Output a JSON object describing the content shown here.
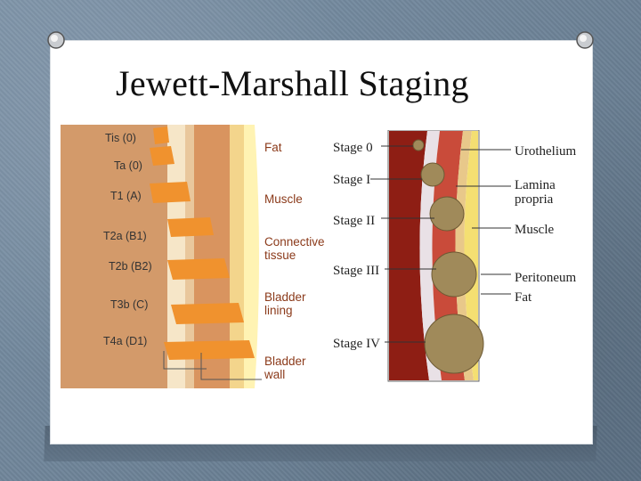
{
  "title": "Jewett-Marshall Staging",
  "left_diagram": {
    "stages": [
      "Tis (0)",
      "Ta (0)",
      "T1 (A)",
      "T2a (B1)",
      "T2b (B2)",
      "T3b (C)",
      "T4a (D1)"
    ],
    "layers": [
      "Fat",
      "Muscle",
      "Connective\ntissue",
      "Bladder\nlining",
      "Bladder\nwall"
    ]
  },
  "right_diagram": {
    "stages": [
      "Stage 0",
      "Stage I",
      "Stage II",
      "Stage III",
      "Stage IV"
    ],
    "layers": [
      "Urothelium",
      "Lamina\npropria",
      "Muscle",
      "Peritoneum",
      "Fat"
    ]
  },
  "colors": {
    "tumor_left": "#f0922e",
    "tumor_right": "#a08a5a",
    "label_left": "#8b3a1a"
  }
}
